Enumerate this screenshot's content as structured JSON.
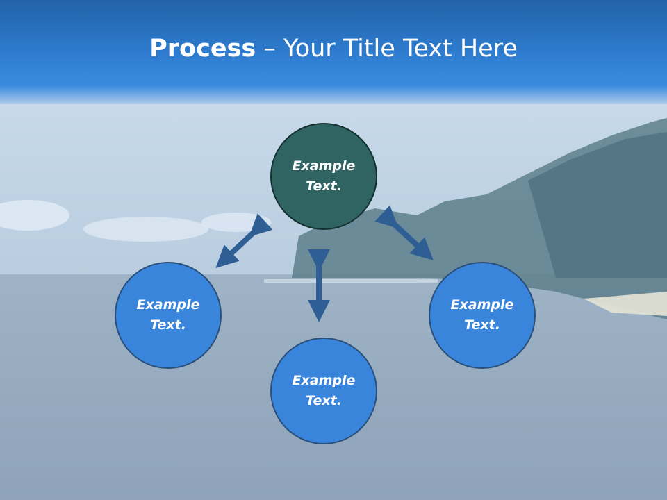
{
  "title": {
    "bold": "Process",
    "rest": " – Your Title Text Here"
  },
  "nodes": {
    "top": {
      "line1": "Example",
      "line2": "Text."
    },
    "left": {
      "line1": "Example",
      "line2": "Text."
    },
    "right": {
      "line1": "Example",
      "line2": "Text."
    },
    "bottom": {
      "line1": "Example",
      "line2": "Text."
    }
  },
  "colors": {
    "node_blue": "#3a85dc",
    "node_teal": "#2f6463",
    "arrow": "#2e5e93"
  }
}
